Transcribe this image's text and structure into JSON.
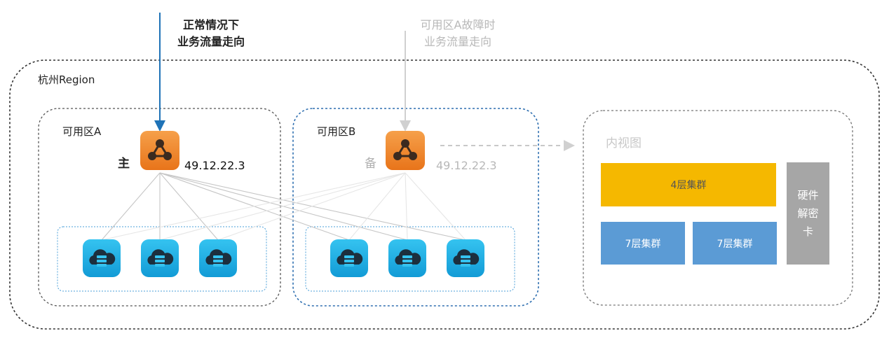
{
  "flows": {
    "normal": "正常情况下\n业务流量走向",
    "failover": "可用区A故障时\n业务流量走向"
  },
  "region": {
    "label": "杭州Region"
  },
  "zone_a": {
    "label": "可用区A",
    "role": "主",
    "ip": "49.12.22.3"
  },
  "zone_b": {
    "label": "可用区B",
    "role": "备",
    "ip": "49.12.22.3"
  },
  "inner_view": {
    "title": "内视图",
    "layer4": "4层集群",
    "layer7_left": "7层集群",
    "layer7_right": "7层集群",
    "hardware": "硬件\n解密\n卡"
  },
  "colors": {
    "lb_orange": "#f0892e",
    "cloud_blue": "#1ba9e1",
    "layer4_yellow": "#f5b800",
    "layer7_blue": "#5b9bd5",
    "hardware_gray": "#a6a6a6",
    "arrow_blue": "#1f73b7"
  },
  "icons": {
    "load_balancer": "share-network-icon",
    "server": "cloud-server-icon"
  }
}
